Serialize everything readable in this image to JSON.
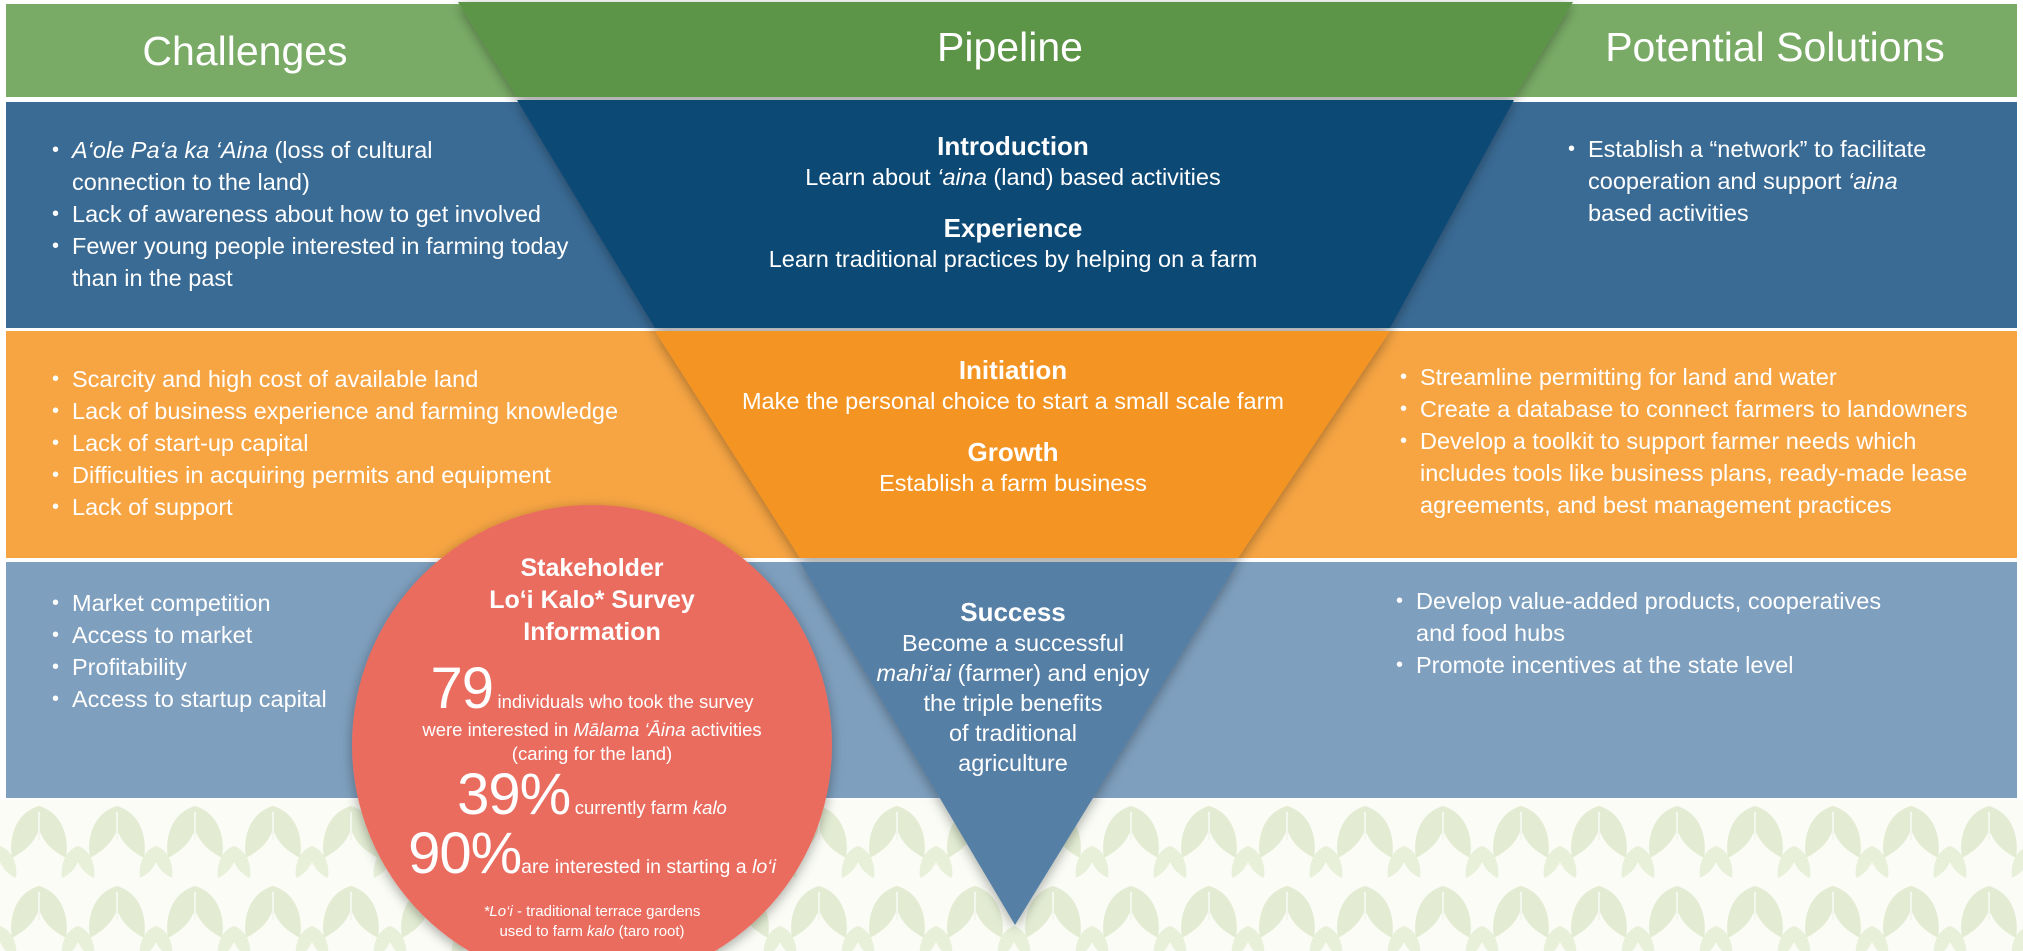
{
  "headers": {
    "challenges": "Challenges",
    "pipeline": "Pipeline",
    "solutions": "Potential Solutions"
  },
  "rows": [
    {
      "challenges": [
        {
          "pre": "",
          "em": "A‘ole Pa‘a ka ‘Aina",
          "post": " (loss of cultural"
        },
        {
          "pre": "connection to the land)",
          "em": "",
          "post": "",
          "cont": true
        },
        {
          "pre": "Lack of awareness about how to get involved",
          "em": "",
          "post": ""
        },
        {
          "pre": "Fewer young people interested in farming today",
          "em": "",
          "post": ""
        },
        {
          "pre": "than in the past",
          "em": "",
          "post": "",
          "cont": true
        }
      ],
      "solutions": [
        {
          "pre": "Establish a “network” to facilitate",
          "em": "",
          "post": ""
        },
        {
          "pre": "cooperation and support ",
          "em": "‘aina",
          "post": "",
          "cont": true
        },
        {
          "pre": "based activities",
          "em": "",
          "post": "",
          "cont": true
        }
      ],
      "stages": [
        {
          "title": "Introduction",
          "desc_pre": "Learn about ",
          "desc_em": "‘aina",
          "desc_post": " (land) based activities"
        },
        {
          "title": "Experience",
          "desc_pre": "Learn traditional practices by helping on a farm",
          "desc_em": "",
          "desc_post": ""
        }
      ]
    },
    {
      "challenges": [
        {
          "pre": "Scarcity and high cost of available land",
          "em": "",
          "post": ""
        },
        {
          "pre": "Lack of business experience and farming knowledge",
          "em": "",
          "post": ""
        },
        {
          "pre": "Lack of start-up capital",
          "em": "",
          "post": ""
        },
        {
          "pre": "Difficulties in acquiring permits and equipment",
          "em": "",
          "post": ""
        },
        {
          "pre": "Lack of support",
          "em": "",
          "post": ""
        }
      ],
      "solutions": [
        {
          "pre": "Streamline permitting for land and water",
          "em": "",
          "post": ""
        },
        {
          "pre": "Create a database to connect farmers to landowners",
          "em": "",
          "post": ""
        },
        {
          "pre": "Develop a toolkit to support farmer needs which",
          "em": "",
          "post": ""
        },
        {
          "pre": "includes tools like business plans, ready-made lease",
          "em": "",
          "post": "",
          "cont": true
        },
        {
          "pre": "agreements, and best management practices",
          "em": "",
          "post": "",
          "cont": true
        }
      ],
      "stages": [
        {
          "title": "Initiation",
          "desc_pre": "Make the personal choice to start a small scale farm",
          "desc_em": "",
          "desc_post": ""
        },
        {
          "title": "Growth",
          "desc_pre": "Establish a farm business",
          "desc_em": "",
          "desc_post": ""
        }
      ]
    },
    {
      "challenges": [
        {
          "pre": "Market competition",
          "em": "",
          "post": ""
        },
        {
          "pre": "Access to market",
          "em": "",
          "post": ""
        },
        {
          "pre": "Profitability",
          "em": "",
          "post": ""
        },
        {
          "pre": "Access to startup capital",
          "em": "",
          "post": ""
        }
      ],
      "solutions": [
        {
          "pre": "Develop value-added products, cooperatives",
          "em": "",
          "post": ""
        },
        {
          "pre": "and food hubs",
          "em": "",
          "post": "",
          "cont": true
        },
        {
          "pre": "Promote incentives at the state level",
          "em": "",
          "post": ""
        }
      ],
      "success": {
        "title": "Success",
        "lines": [
          "Become a successful",
          "farmer) and enjoy",
          "the triple benefits",
          "of traditional",
          "agriculture"
        ],
        "em": "mahi‘ai",
        "em_post": " (farmer) and enjoy"
      }
    }
  ],
  "survey": {
    "title_lines": [
      "Stakeholder",
      "Lo‘i Kalo* Survey",
      "Information"
    ],
    "stat1_num": "79",
    "stat1_text": "individuals who took the survey",
    "stat1_line2_pre": "were interested in ",
    "stat1_line2_em": "Mālama ‘Āina",
    "stat1_line2_post": " activities",
    "stat1_line3": "(caring for the land)",
    "stat2_num": "39%",
    "stat2_pre": "currently farm ",
    "stat2_em": "kalo",
    "stat3_num": "90%",
    "stat3_pre": "are interested in starting a ",
    "stat3_em": "lo‘i",
    "foot_l1_em": "*Lo‘i",
    "foot_l1_post": " - traditional terrace gardens",
    "foot_l2_pre": "used to farm ",
    "foot_l2_em": "kalo",
    "foot_l2_post": " (taro root)"
  },
  "colors": {
    "header_green": "#79ab66",
    "header_green_dark": "#5c9546",
    "row1": "#3a6b95",
    "row1_dark": "#0d4a75",
    "row2": "#f7a543",
    "row2_dark": "#f49424",
    "row3": "#7e9fbe",
    "row3_dark": "#577fa6",
    "circle": "#e96c5f",
    "leaf": "#e3ecd3"
  }
}
